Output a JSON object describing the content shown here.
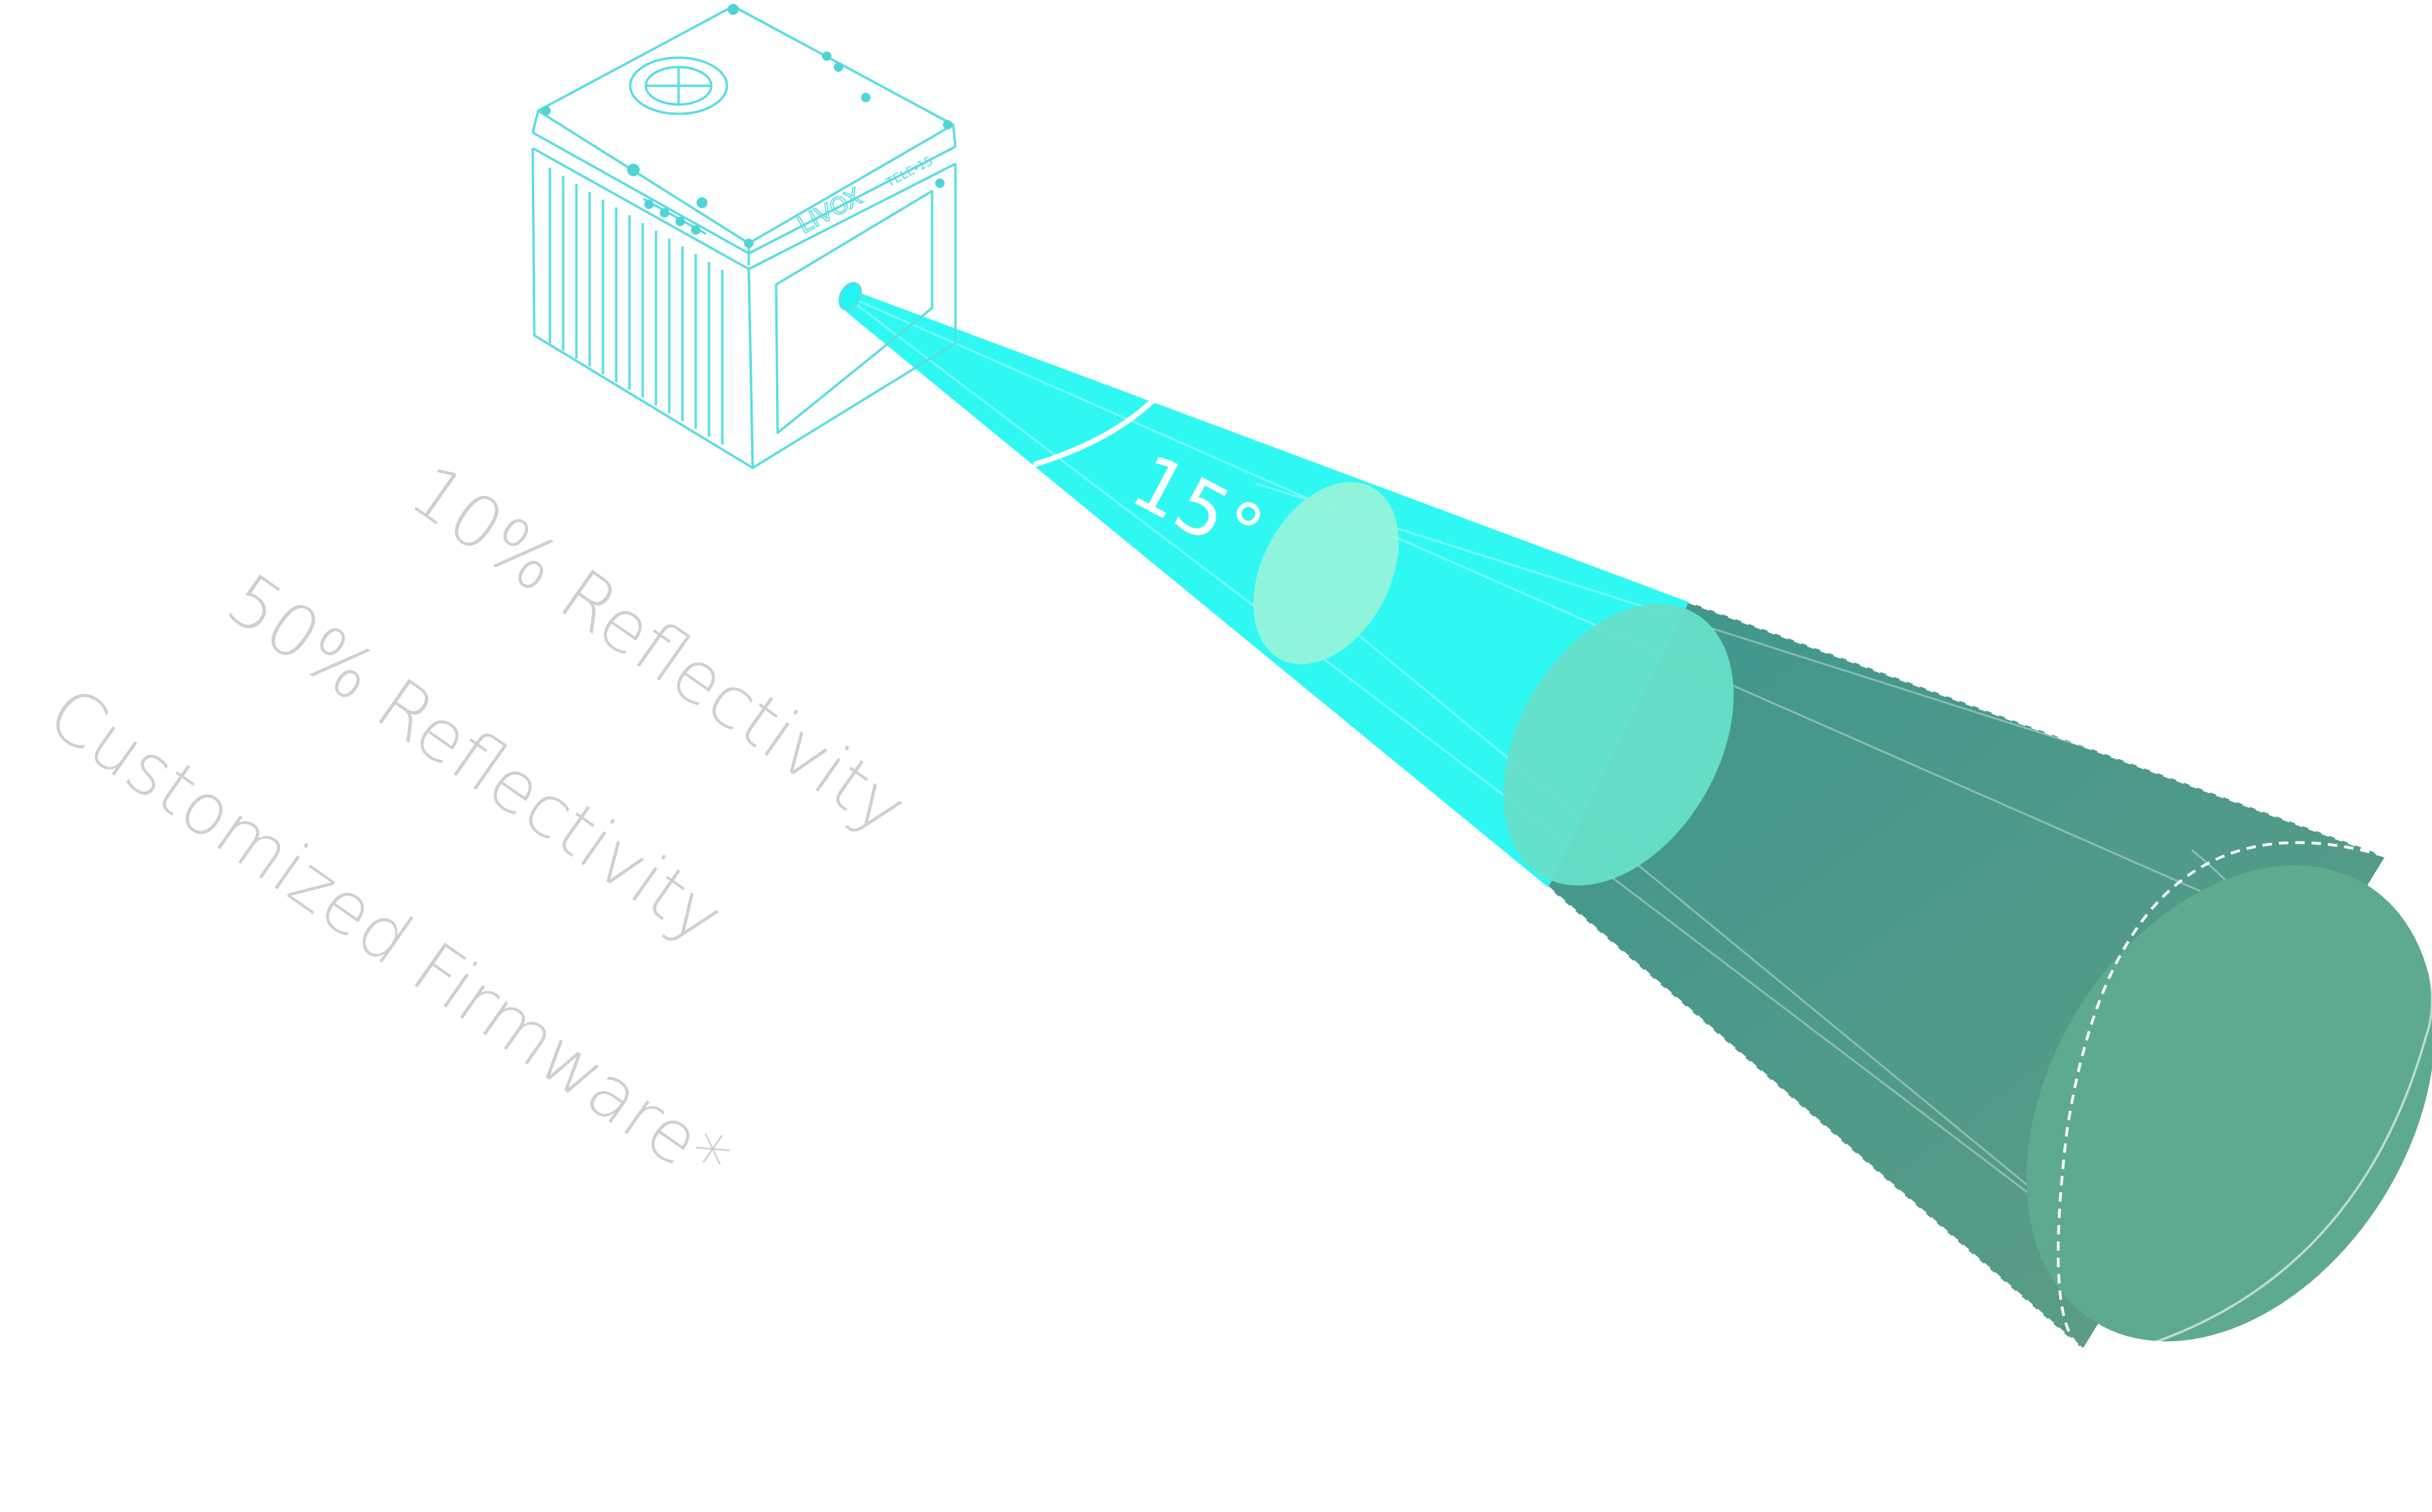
{
  "labels": {
    "angle": "15°",
    "range_10": "10% Reflectivity",
    "range_50": "50% Reflectivity",
    "range_custom": "Customized Firmware*"
  },
  "device": {
    "brand_text": "LIVOX",
    "model_text": "TELE-15"
  },
  "colors": {
    "beam_near": "#1ff6f4",
    "beam_mid": "#56ffee",
    "beam_far": "#3f968e",
    "far_disc": "#5daa90",
    "disc_10": "#93f3da",
    "disc_50": "#67dfc8",
    "device_line": "#58dde0",
    "label_gray": "#cfcfcf"
  }
}
